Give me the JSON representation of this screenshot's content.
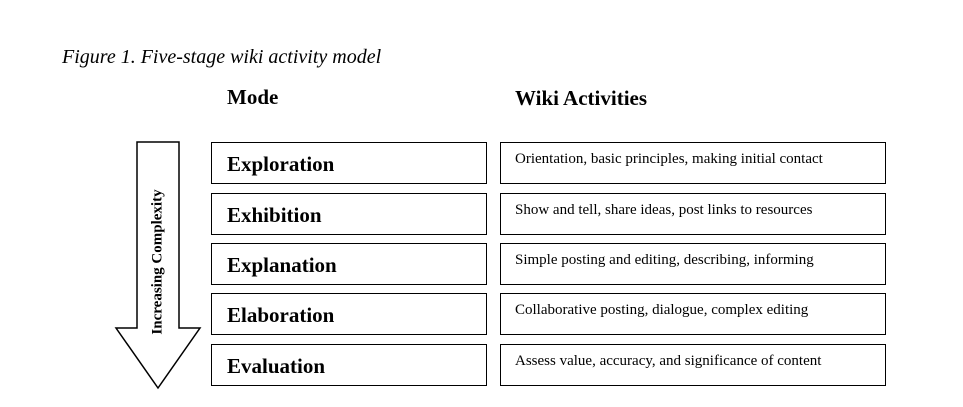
{
  "caption": "Figure 1. Five-stage wiki activity model",
  "headers": {
    "mode": "Mode",
    "activities": "Wiki Activities"
  },
  "arrow_label": "Increasing Complexity",
  "stages": [
    {
      "mode": "Exploration",
      "activity": "Orientation, basic principles, making initial contact"
    },
    {
      "mode": "Exhibition",
      "activity": "Show and tell, share ideas, post links to resources"
    },
    {
      "mode": "Explanation",
      "activity": "Simple posting and editing, describing, informing"
    },
    {
      "mode": "Elaboration",
      "activity": "Collaborative posting, dialogue, complex editing"
    },
    {
      "mode": "Evaluation",
      "activity": "Assess value, accuracy, and significance of content"
    }
  ]
}
